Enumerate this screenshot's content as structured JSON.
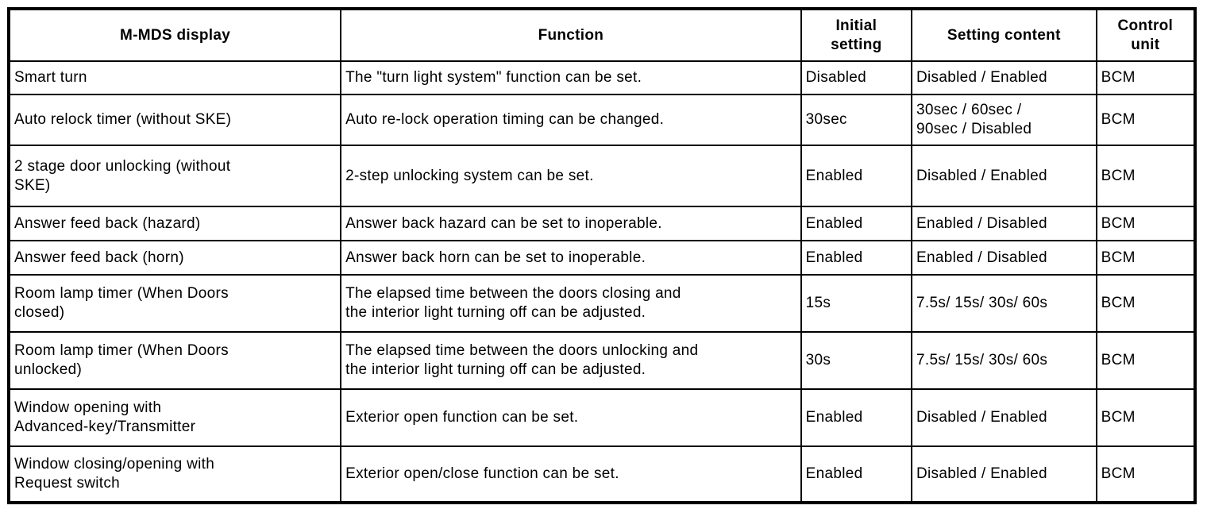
{
  "table": {
    "title_semantic": "M-MDS customization settings table",
    "colors": {
      "border": "#000000",
      "background": "#ffffff",
      "text": "#000000"
    },
    "columns": [
      {
        "label": "M-MDS display"
      },
      {
        "label": "Function"
      },
      {
        "label": "Initial\nsetting"
      },
      {
        "label": "Setting content"
      },
      {
        "label": "Control\nunit"
      }
    ],
    "rows": [
      {
        "cells": [
          "Smart turn",
          "The \"turn light system\" function can be set.",
          "Disabled",
          "Disabled / Enabled",
          "BCM"
        ]
      },
      {
        "cells": [
          "Auto relock timer (without SKE)",
          "Auto re-lock operation timing can be changed.",
          "30sec",
          "30sec / 60sec /\n90sec / Disabled",
          "BCM"
        ]
      },
      {
        "cells": [
          "2 stage door unlocking (without\nSKE)",
          "2-step unlocking system can be set.",
          "Enabled",
          "Disabled / Enabled",
          "BCM"
        ]
      },
      {
        "cells": [
          "Answer feed back (hazard)",
          "Answer back hazard can be set to inoperable.",
          "Enabled",
          "Enabled / Disabled",
          "BCM"
        ]
      },
      {
        "cells": [
          "Answer feed back (horn)",
          "Answer back horn can be set to inoperable.",
          "Enabled",
          "Enabled / Disabled",
          "BCM"
        ]
      },
      {
        "cells": [
          "Room lamp timer (When Doors\nclosed)",
          "The elapsed time between the doors closing and\nthe interior light turning off can be adjusted.",
          "15s",
          "7.5s/ 15s/ 30s/ 60s",
          "BCM"
        ]
      },
      {
        "cells": [
          "Room lamp timer (When Doors\nunlocked)",
          "The elapsed time between the doors unlocking and\nthe interior light turning off can be adjusted.",
          "30s",
          "7.5s/ 15s/ 30s/ 60s",
          "BCM"
        ]
      },
      {
        "cells": [
          "Window opening with\nAdvanced-key/Transmitter",
          "Exterior open function can be set.",
          "Enabled",
          "Disabled / Enabled",
          "BCM"
        ]
      },
      {
        "cells": [
          "Window closing/opening with\nRequest switch",
          "Exterior open/close function can be set.",
          "Enabled",
          "Disabled / Enabled",
          "BCM"
        ]
      }
    ]
  }
}
